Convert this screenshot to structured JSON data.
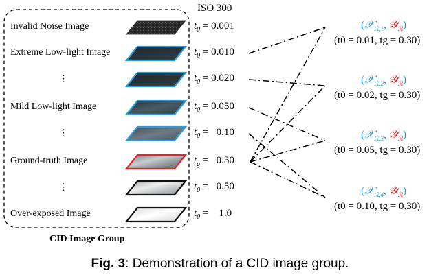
{
  "iso_label": "ISO 300",
  "group_title": "CID Image Group",
  "caption": {
    "prefix": "Fig. 3",
    "text": ": Demonstration of a CID image group."
  },
  "rows": [
    {
      "label": "Invalid Noise Image",
      "t_symbol": "t",
      "t_sub": "0",
      "value": " = 0.001",
      "frame": "none",
      "tone": "noise"
    },
    {
      "label": "Extreme Low-light Image",
      "t_symbol": "t",
      "t_sub": "0",
      "value": " = 0.010",
      "frame": "#2e9bd6",
      "tone": "dark"
    },
    {
      "label": "⋮",
      "t_symbol": "t",
      "t_sub": "0",
      "value": " = 0.020",
      "frame": "#2e9bd6",
      "tone": "dark"
    },
    {
      "label": "Mild Low-light Image",
      "t_symbol": "t",
      "t_sub": "0",
      "value": " = 0.050",
      "frame": "#2e9bd6",
      "tone": "mid-dark"
    },
    {
      "label": "⋮",
      "t_symbol": "t",
      "t_sub": "0",
      "value": " =   0.10",
      "frame": "#2e9bd6",
      "tone": "mid"
    },
    {
      "label": "Ground-truth Image",
      "t_symbol": "t",
      "t_sub": "g",
      "value": " =   0.30",
      "frame": "#e0262c",
      "tone": "normal"
    },
    {
      "label": "⋮",
      "t_symbol": "t",
      "t_sub": "0",
      "value": " =   0.50",
      "frame": "#111111",
      "tone": "bright"
    },
    {
      "label": "Over-exposed Image",
      "t_symbol": "t",
      "t_sub": "0",
      "value": " =    1.0",
      "frame": "#111111",
      "tone": "over"
    }
  ],
  "pairs": [
    {
      "x": "𝒳",
      "x_sub": "ℛ,1",
      "y": "𝒴",
      "y_sub": "ℛ",
      "params": "(t0 = 0.01, tg = 0.30)",
      "t0": "0.01",
      "tg": "0.30"
    },
    {
      "x": "𝒳",
      "x_sub": "ℛ,2",
      "y": "𝒴",
      "y_sub": "ℛ",
      "params": "(t0 = 0.02, tg = 0.30)",
      "t0": "0.02",
      "tg": "0.30"
    },
    {
      "x": "𝒳",
      "x_sub": "ℛ,3",
      "y": "𝒴",
      "y_sub": "ℛ",
      "params": "(t0 = 0.05, tg = 0.30)",
      "t0": "0.05",
      "tg": "0.30"
    },
    {
      "x": "𝒳",
      "x_sub": "ℛ,4",
      "y": "𝒴",
      "y_sub": "ℛ",
      "params": "(t0 = 0.10, tg = 0.30)",
      "t0": "0.10",
      "tg": "0.30"
    }
  ],
  "colors": {
    "blue": "#2e9bd6",
    "red": "#e0262c",
    "black": "#000000"
  }
}
